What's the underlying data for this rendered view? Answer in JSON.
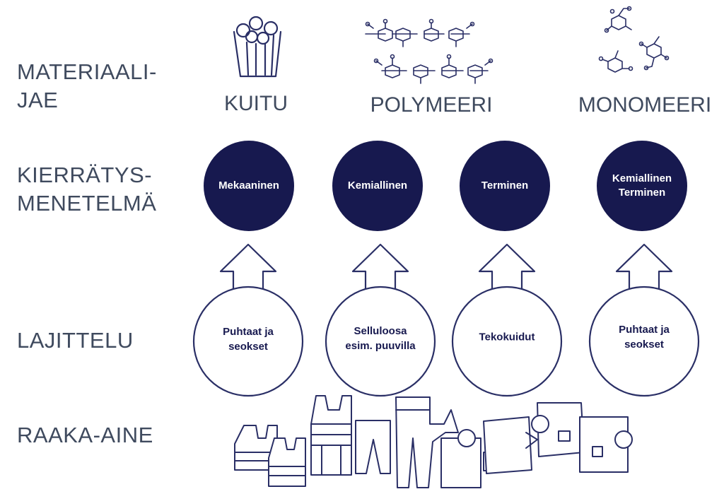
{
  "rows": {
    "material_line1": "MATERIAALI-",
    "material_line2": "JAE",
    "method_line1": "KIERRÄTYS-",
    "method_line2": "MENETELMÄ",
    "sorting": "LAJITTELU",
    "raw": "RAAKA-AINE"
  },
  "columns": [
    {
      "title": "KUITU",
      "icon": "fiber-bundle-icon"
    },
    {
      "title": "POLYMEERI",
      "icon": "polymer-chain-icon"
    },
    {
      "title": "MONOMEERI",
      "icon": "monomer-molecule-icon"
    }
  ],
  "methods": [
    {
      "line1": "Mekaaninen",
      "line2": ""
    },
    {
      "line1": "Kemiallinen",
      "line2": ""
    },
    {
      "line1": "Terminen",
      "line2": ""
    },
    {
      "line1": "Kemiallinen",
      "line2": "Terminen"
    }
  ],
  "sorting": [
    {
      "line1": "Puhtaat ja",
      "line2": "seokset"
    },
    {
      "line1": "Selluloosa",
      "line2": "esim. puuvilla"
    },
    {
      "line1": "Tekokuidut",
      "line2": ""
    },
    {
      "line1": "Puhtaat ja",
      "line2": "seokset"
    }
  ],
  "colors": {
    "navy": "#17194f",
    "label_gray": "#3f4a5e",
    "line": "#2a2f66"
  },
  "raw_material_icons": [
    "vest-icon",
    "pants-icon",
    "shirt-icon",
    "jacket-icon"
  ]
}
